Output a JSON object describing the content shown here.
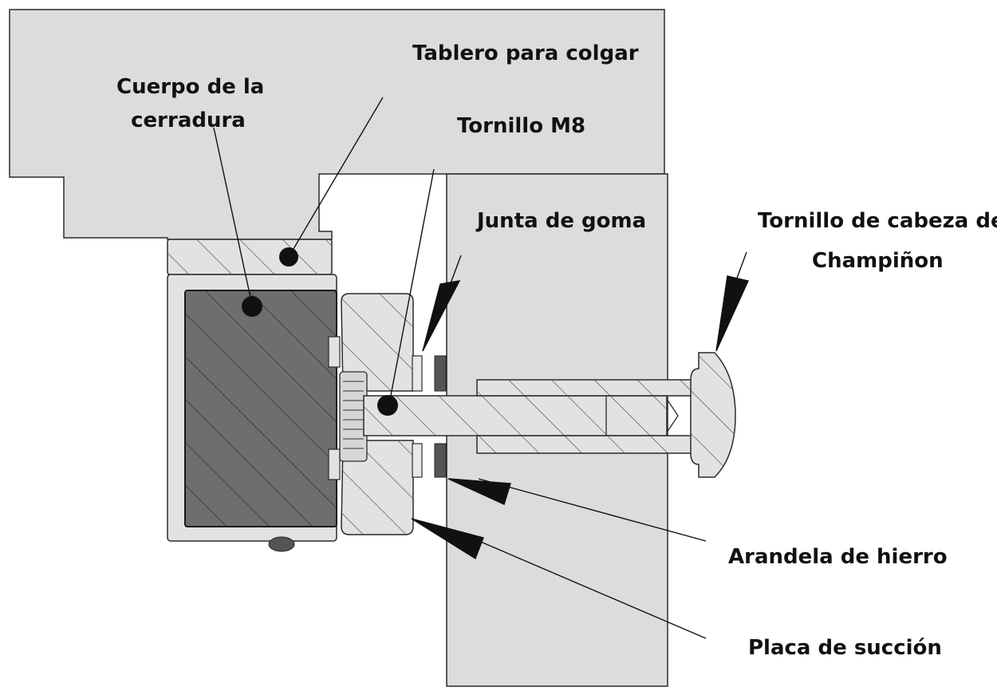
{
  "labels": {
    "tablero": "Tablero para colgar",
    "cuerpo_line1": "Cuerpo de la",
    "cuerpo_line2": "cerradura",
    "tornillo_m8": "Tornillo M8",
    "junta": "Junta de goma",
    "champinon_line1": "Tornillo de cabeza de",
    "champinon_line2": "Champiñon",
    "arandela": "Arandela de hierro",
    "placa": "Placa de succión"
  },
  "colors": {
    "panel_fill": "#dcdcdc",
    "part_fill": "#e2e2e2",
    "lock_core": "#6e6e6e",
    "outline": "#2a2a2a",
    "hatch": "#333333",
    "text": "#111111"
  }
}
